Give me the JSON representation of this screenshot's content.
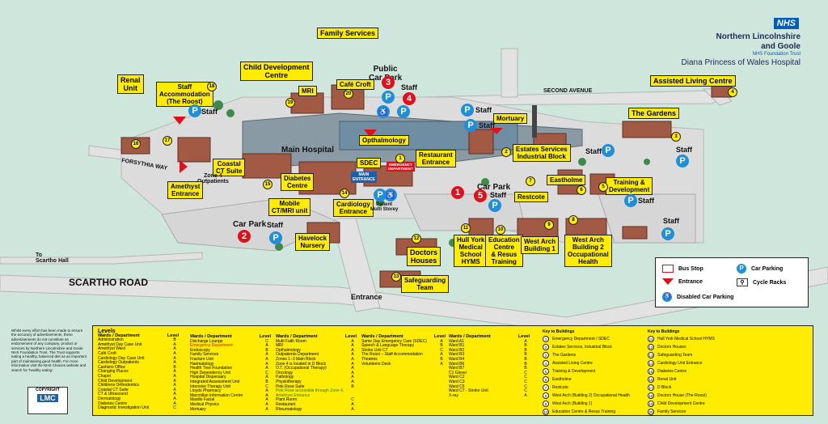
{
  "header": {
    "nhs_logo": "NHS",
    "trust_name_line1": "Northern Lincolnshire",
    "trust_name_line2": "and Goole",
    "trust_sub": "NHS Foundation Trust",
    "hospital": "Diana Princess of Wales Hospital"
  },
  "roads": {
    "scartho_road": "SCARTHO ROAD",
    "second_avenue": "SECOND AVENUE",
    "forsythia_way": "FORSYTHIA WAY",
    "to_scartho_hall": "To\nScartho Hall",
    "entrance": "Entrance"
  },
  "labels": {
    "family_services": "Family Services",
    "child_development": "Child Development\nCentre",
    "renal_unit": "Renal\nUnit",
    "staff_accommodation": "Staff\nAccommodation\n(The Roost)",
    "mri": "MRI",
    "cafe_croft": "Café Croft",
    "main_hospital": "Main Hospital",
    "opthalmology": "Opthalmology",
    "sdec": "SDEC",
    "restaurant_entrance": "Restaurant\nEntrance",
    "mortuary": "Mortuary",
    "estates_services": "Estates Services\nIndustrial Block",
    "assisted_living": "Assisted Living Centre",
    "the_gardens": "The Gardens",
    "coastal_ct": "Coastal\nCT Suite",
    "zone4": "Zone 4\nOutpatients",
    "amethyst": "Amethyst\nEntrance",
    "diabetes": "Diabetes\nCentre",
    "mobile_ct": "Mobile\nCT/MRI unit",
    "cardiology_entrance": "Cardiology\nEntrance",
    "patient_multistorey": "Patient\nMulti Storey",
    "main_entrance": "MAIN\nENTRANCE",
    "emergency_department": "EMERGENCY\nDEPARTMENT",
    "havelock": "Havelock\nNursery",
    "doctors_houses": "Doctors\nHouses",
    "safeguarding": "Safeguarding\nTeam",
    "hull_york": "Hull York\nMedical\nSchool\nHYMS",
    "education_centre": "Education\nCentre\n& Resus\nTraining",
    "west_arch_1": "West Arch\nBuilding 1",
    "west_arch_2": "West Arch\nBuilding 2\nOccupational\nHealth",
    "restcote": "Restcote",
    "eastholme": "Eastholme",
    "training_dev": "Training &\nDevelopment",
    "public_car_park": "Public\nCar Park",
    "car_park": "Car Park",
    "staff": "Staff"
  },
  "legend": {
    "bus_stop": "Bus Stop",
    "entrance": "Entrance",
    "disabled_parking": "Disabled Car Parking",
    "car_parking": "Car Parking",
    "cycle_racks": "Cycle Racks"
  },
  "key_panel": {
    "levels_title": "Levels",
    "col_header_ward": "Wards / Department",
    "col_header_level": "Level",
    "col1": [
      [
        "Administration",
        "B"
      ],
      [
        "Amethyst Day Case Unit",
        "A"
      ],
      [
        "Amethyst Ward",
        "A"
      ],
      [
        "Café Croft",
        "A"
      ],
      [
        "Cardiology Day Case Unit",
        "A"
      ],
      [
        "Cardiology Outpatients",
        "A"
      ],
      [
        "Cashiers Office",
        "B"
      ],
      [
        "Changing Places",
        "A"
      ],
      [
        "Chapel",
        "A"
      ],
      [
        "Child Development",
        "A"
      ],
      [
        "Childrens Orthodontics",
        "A"
      ],
      [
        "Coastal CT Suite",
        "A"
      ],
      [
        "CT & Ultrasound",
        "A"
      ],
      [
        "Dermatology",
        "A"
      ],
      [
        "Diabetes Centre",
        "A"
      ],
      [
        "Diagnostic Investigation Unit",
        "C"
      ]
    ],
    "col2": [
      [
        "Discharge Lounge",
        "C"
      ],
      [
        "Emergency Department",
        "A"
      ],
      [
        "Endoscopy",
        "B"
      ],
      [
        "Family Services",
        "A"
      ],
      [
        "Fracture Unit",
        "A"
      ],
      [
        "Haematology",
        "A"
      ],
      [
        "Health Tree Foundation",
        "A"
      ],
      [
        "High Dependency Unit",
        "C"
      ],
      [
        "Hospital Dispensary",
        "A"
      ],
      [
        "Integrated Assessment Unit",
        "B"
      ],
      [
        "Intensive Therapy Unit",
        "C"
      ],
      [
        "Lloyds Pharmacy",
        "A"
      ],
      [
        "Macmillan Information Centre",
        "A"
      ],
      [
        "Maxillo Facial",
        "A"
      ],
      [
        "Medical Physics",
        "A"
      ],
      [
        "Mortuary",
        "A"
      ]
    ],
    "col3": [
      [
        "Multi Faith Room",
        "A"
      ],
      [
        "MRI",
        "A"
      ],
      [
        "Opthalmology",
        "A"
      ],
      [
        "Outpatients Department",
        "A"
      ],
      [
        "Zones 1–3 Main Block",
        "A"
      ],
      [
        "Zone 4 is located in D Block",
        "A"
      ],
      [
        "O.T. (Occupational Therapy)",
        "A"
      ],
      [
        "Oncology",
        "A"
      ],
      [
        "Pathology",
        "A"
      ],
      [
        "Physiotherapy",
        "A"
      ],
      [
        "Pink Rose Suite",
        "B"
      ],
      [
        "Pink Rose accessible through Zone 4, Amethyst Entrance",
        ""
      ],
      [
        "Plant Room",
        "C"
      ],
      [
        "Restaurant",
        "A"
      ],
      [
        "Rheumatology",
        "A"
      ]
    ],
    "col4": [
      [
        "Same Day Emergency Care (SDEC)",
        "A"
      ],
      [
        "Speech & Language Therapy",
        "B"
      ],
      [
        "Stroke Unit C7",
        "C"
      ],
      [
        "The Roost – Staff Accommodation",
        "A"
      ],
      [
        "Theatres",
        "B"
      ],
      [
        "Volunteers Desk",
        "A"
      ]
    ],
    "col5": [
      [
        "Ward A1",
        "A"
      ],
      [
        "Ward B1",
        "B"
      ],
      [
        "Ward B2",
        "B"
      ],
      [
        "Ward B3",
        "B"
      ],
      [
        "Ward B4",
        "B"
      ],
      [
        "Ward B6",
        "B"
      ],
      [
        "Ward B7",
        "B"
      ],
      [
        "C1 Glover",
        "C"
      ],
      [
        "Ward C2",
        "C"
      ],
      [
        "Ward C3",
        "C"
      ],
      [
        "Ward C5",
        "C"
      ],
      [
        "Ward C7 - Stroke Unit",
        "C"
      ],
      [
        "",
        ""
      ],
      [
        "",
        ""
      ],
      [
        "X-ray",
        "A"
      ]
    ],
    "key_to_buildings": "Key to Buildings",
    "buildings1": [
      [
        "1",
        "Emergency Department / SDEC"
      ],
      [
        "2",
        "Estates Services, Industrial Block"
      ],
      [
        "3",
        "The Gardens"
      ],
      [
        "4",
        "Assisted Living Centre"
      ],
      [
        "5",
        "Training & Development"
      ],
      [
        "6",
        "Eastholme"
      ],
      [
        "7",
        "Restcote"
      ],
      [
        "8",
        "West Arch (Building 2) Occupational Health"
      ],
      [
        "9",
        "West Arch (Building 1)"
      ],
      [
        "10",
        "Education Centre & Resus Training"
      ]
    ],
    "buildings2": [
      [
        "11",
        "Hull York Medical School HYMS"
      ],
      [
        "12",
        "Doctors Houses"
      ],
      [
        "13",
        "Safeguarding Team"
      ],
      [
        "14",
        "Cardiology Unit Entrance"
      ],
      [
        "15",
        "Diabetes Centre"
      ],
      [
        "16",
        "Renal Unit"
      ],
      [
        "17",
        "D Block"
      ],
      [
        "18",
        "Doctors House (The Roost)"
      ],
      [
        "19",
        "Child Development Centre"
      ],
      [
        "20",
        "Family Services"
      ]
    ]
  },
  "disclaimer": "Whilst every effort has been made to ensure the accuracy of advertisements, these advertisements do not constitute an endorsement of any company, product or services by Northern Lincolnshire and Goole NHS Foundation Trust. The Trust supports eating a healthy, balanced diet as an important part of maintaining good health. For more information visit the NHS Choices website and search for 'healthy eating'.",
  "copyright": {
    "title": "COPYRIGHT",
    "brand": "LMC"
  },
  "colors": {
    "grass": "#cfe6dc",
    "road": "#e4e4e4",
    "label_yellow": "#ffec00",
    "parking_blue": "#1e8fd8",
    "red": "#e0111b",
    "building_roof": "#8a9aa4",
    "building_brick": "#a25a45"
  }
}
